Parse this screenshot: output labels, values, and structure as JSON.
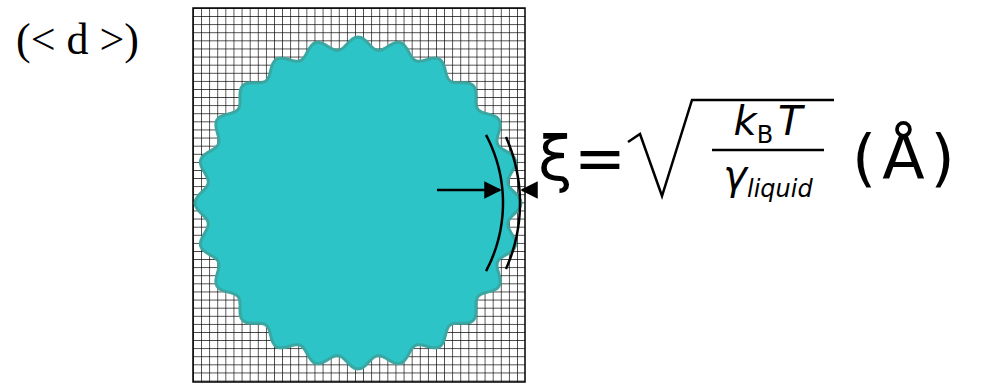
{
  "diagram": {
    "labels": [
      "(< d >)",
      "ξ",
      "=",
      "k",
      "B",
      "T",
      "γ",
      "liquid",
      "(Å)"
    ]
  }
}
